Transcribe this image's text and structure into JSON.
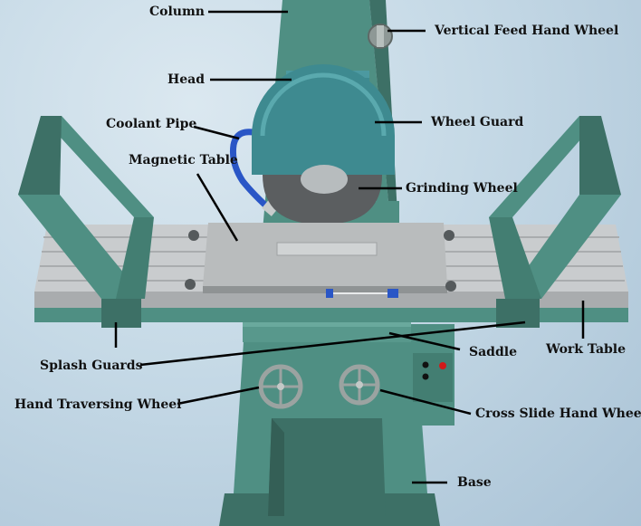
{
  "labels": {
    "column": "Column",
    "vertical_feed_hand_wheel": "Vertical Feed Hand Wheel",
    "head": "Head",
    "coolant_pipe": "Coolant Pipe",
    "wheel_guard": "Wheel Guard",
    "magnetic_table": "Magnetic Table",
    "grinding_wheel": "Grinding Wheel",
    "saddle": "Saddle",
    "work_table": "Work Table",
    "splash_guards": "Splash Guards",
    "hand_traversing_wheel": "Hand Traversing Wheel",
    "cross_slide_hand_wheel": "Cross Slide Hand Wheel",
    "base": "Base"
  },
  "colors": {
    "machine_body": "#4f8f83",
    "machine_dark": "#3d7066",
    "head_teal": "#3e8a90",
    "work_table": "#c9ccce",
    "coolant_pipe": "#2a56c6",
    "leader_line": "#000000",
    "button_red": "#d11a1a"
  }
}
